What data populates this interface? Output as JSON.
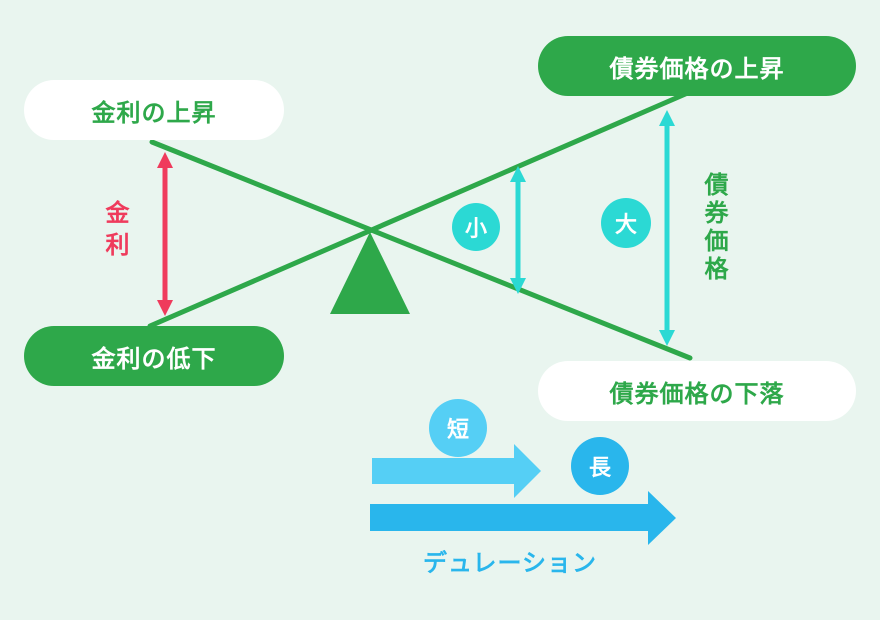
{
  "labels": {
    "rate_rise": "金利の上昇",
    "rate_fall": "金利の低下",
    "price_rise": "債券価格の上昇",
    "price_fall": "債券価格の下落",
    "rate_axis": "金利",
    "price_axis": "債券価格",
    "small": "小",
    "large": "大",
    "short": "短",
    "long": "長",
    "duration": "デュレーション"
  },
  "colors": {
    "background": "#e9f5ef",
    "green": "#2ea84a",
    "red": "#ef3b5c",
    "cyan": "#2bd9d4",
    "blue_light": "#55cff5",
    "blue": "#29b6ec"
  }
}
